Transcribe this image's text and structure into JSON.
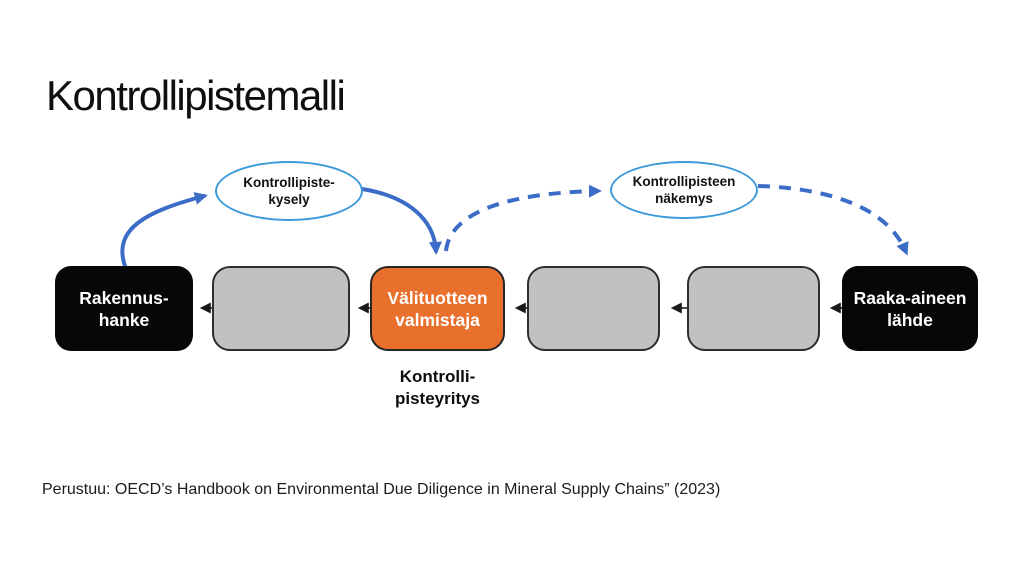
{
  "title": "Kontrollipistemalli",
  "bubbles": {
    "survey": {
      "line1": "Kontrollipiste-",
      "line2": "kysely"
    },
    "view": {
      "line1": "Kontrollipisteen",
      "line2": "näkemys"
    }
  },
  "chain": [
    {
      "role": "construction-project",
      "line1": "Rakennus-",
      "line2": "hanke",
      "style": "black"
    },
    {
      "role": "intermediate-1",
      "line1": "",
      "line2": "",
      "style": "gray"
    },
    {
      "role": "control-point",
      "line1": "Välituotteen",
      "line2": "valmistaja",
      "style": "orange"
    },
    {
      "role": "intermediate-2",
      "line1": "",
      "line2": "",
      "style": "gray"
    },
    {
      "role": "intermediate-3",
      "line1": "",
      "line2": "",
      "style": "gray"
    },
    {
      "role": "raw-material-source",
      "line1": "Raaka-aineen",
      "line2": "lähde",
      "style": "black"
    }
  ],
  "control_point_label": {
    "line1": "Kontrolli-",
    "line2": "pisteyritys"
  },
  "footer": "Perustuu: OECD’s Handbook on Environmental Due Diligence in Mineral Supply Chains” (2023)",
  "colors": {
    "curve_blue": "#3b6cc7",
    "bubble_stroke_blue": "#3d9ad9",
    "control_point_orange": "#e8702c",
    "intermediate_gray": "#c1c1c1",
    "endpoint_black": "#070707",
    "chain_arrow_black": "#1a1a1a",
    "background": "#ffffff"
  }
}
